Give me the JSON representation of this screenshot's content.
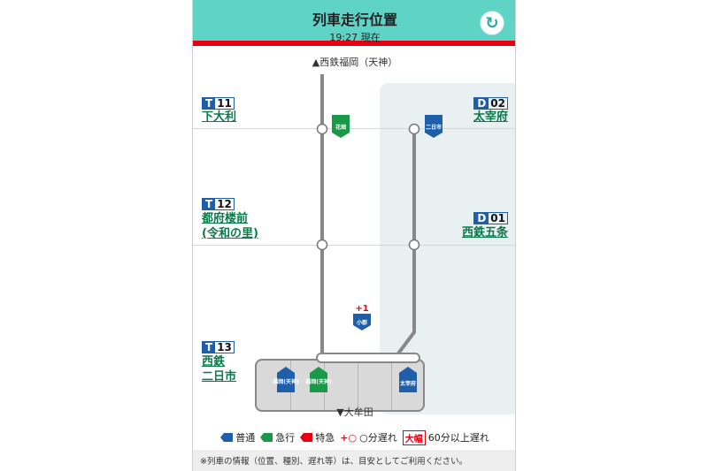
{
  "header": {
    "title": "列車走行位置",
    "time": "19:27 現在"
  },
  "refresh_icon": "refresh-icon",
  "directions": {
    "north": "▲西鉄福岡（天神）",
    "south": "▼大牟田"
  },
  "stations": {
    "t11": {
      "prefix": "T",
      "number": "11",
      "name_lines": [
        "下大利"
      ]
    },
    "t12": {
      "prefix": "T",
      "number": "12",
      "name_lines": [
        "都府楼前",
        "(令和の里)"
      ]
    },
    "t13": {
      "prefix": "T",
      "number": "13",
      "name_lines": [
        "西鉄",
        "二日市"
      ]
    },
    "d02": {
      "prefix": "D",
      "number": "02",
      "name_lines": [
        "太宰府"
      ]
    },
    "d01": {
      "prefix": "D",
      "number": "01",
      "name_lines": [
        "西鉄五条"
      ]
    }
  },
  "trains": {
    "hanahata": {
      "label": "花畑",
      "type": "急行",
      "color": "#1a9a48"
    },
    "futsukaichi": {
      "label": "二日市",
      "type": "普通",
      "color": "#1f5ea8"
    },
    "ogori": {
      "label": "小郡",
      "type": "普通",
      "color": "#1f5ea8",
      "delay": "+1"
    },
    "fukuoka_local": {
      "label": "福岡(天神)",
      "type": "普通",
      "color": "#1f5ea8"
    },
    "fukuoka_express": {
      "label": "福岡(天神)",
      "type": "急行",
      "color": "#1a9a48"
    },
    "dazaifu": {
      "label": "太宰府",
      "type": "普通",
      "color": "#1f5ea8"
    }
  },
  "legend": {
    "local": "普通",
    "express": "急行",
    "limited": "特急",
    "delay_mark": "+○",
    "delay_text": "○分遅れ",
    "big_mark": "大幅",
    "big_text": "60分以上遅れ",
    "colors": {
      "local": "#1f5ea8",
      "express": "#1a9a48",
      "limited": "#e60012"
    }
  },
  "footer": "※列車の情報（位置、種別、遅れ等）は、目安としてご利用ください。"
}
